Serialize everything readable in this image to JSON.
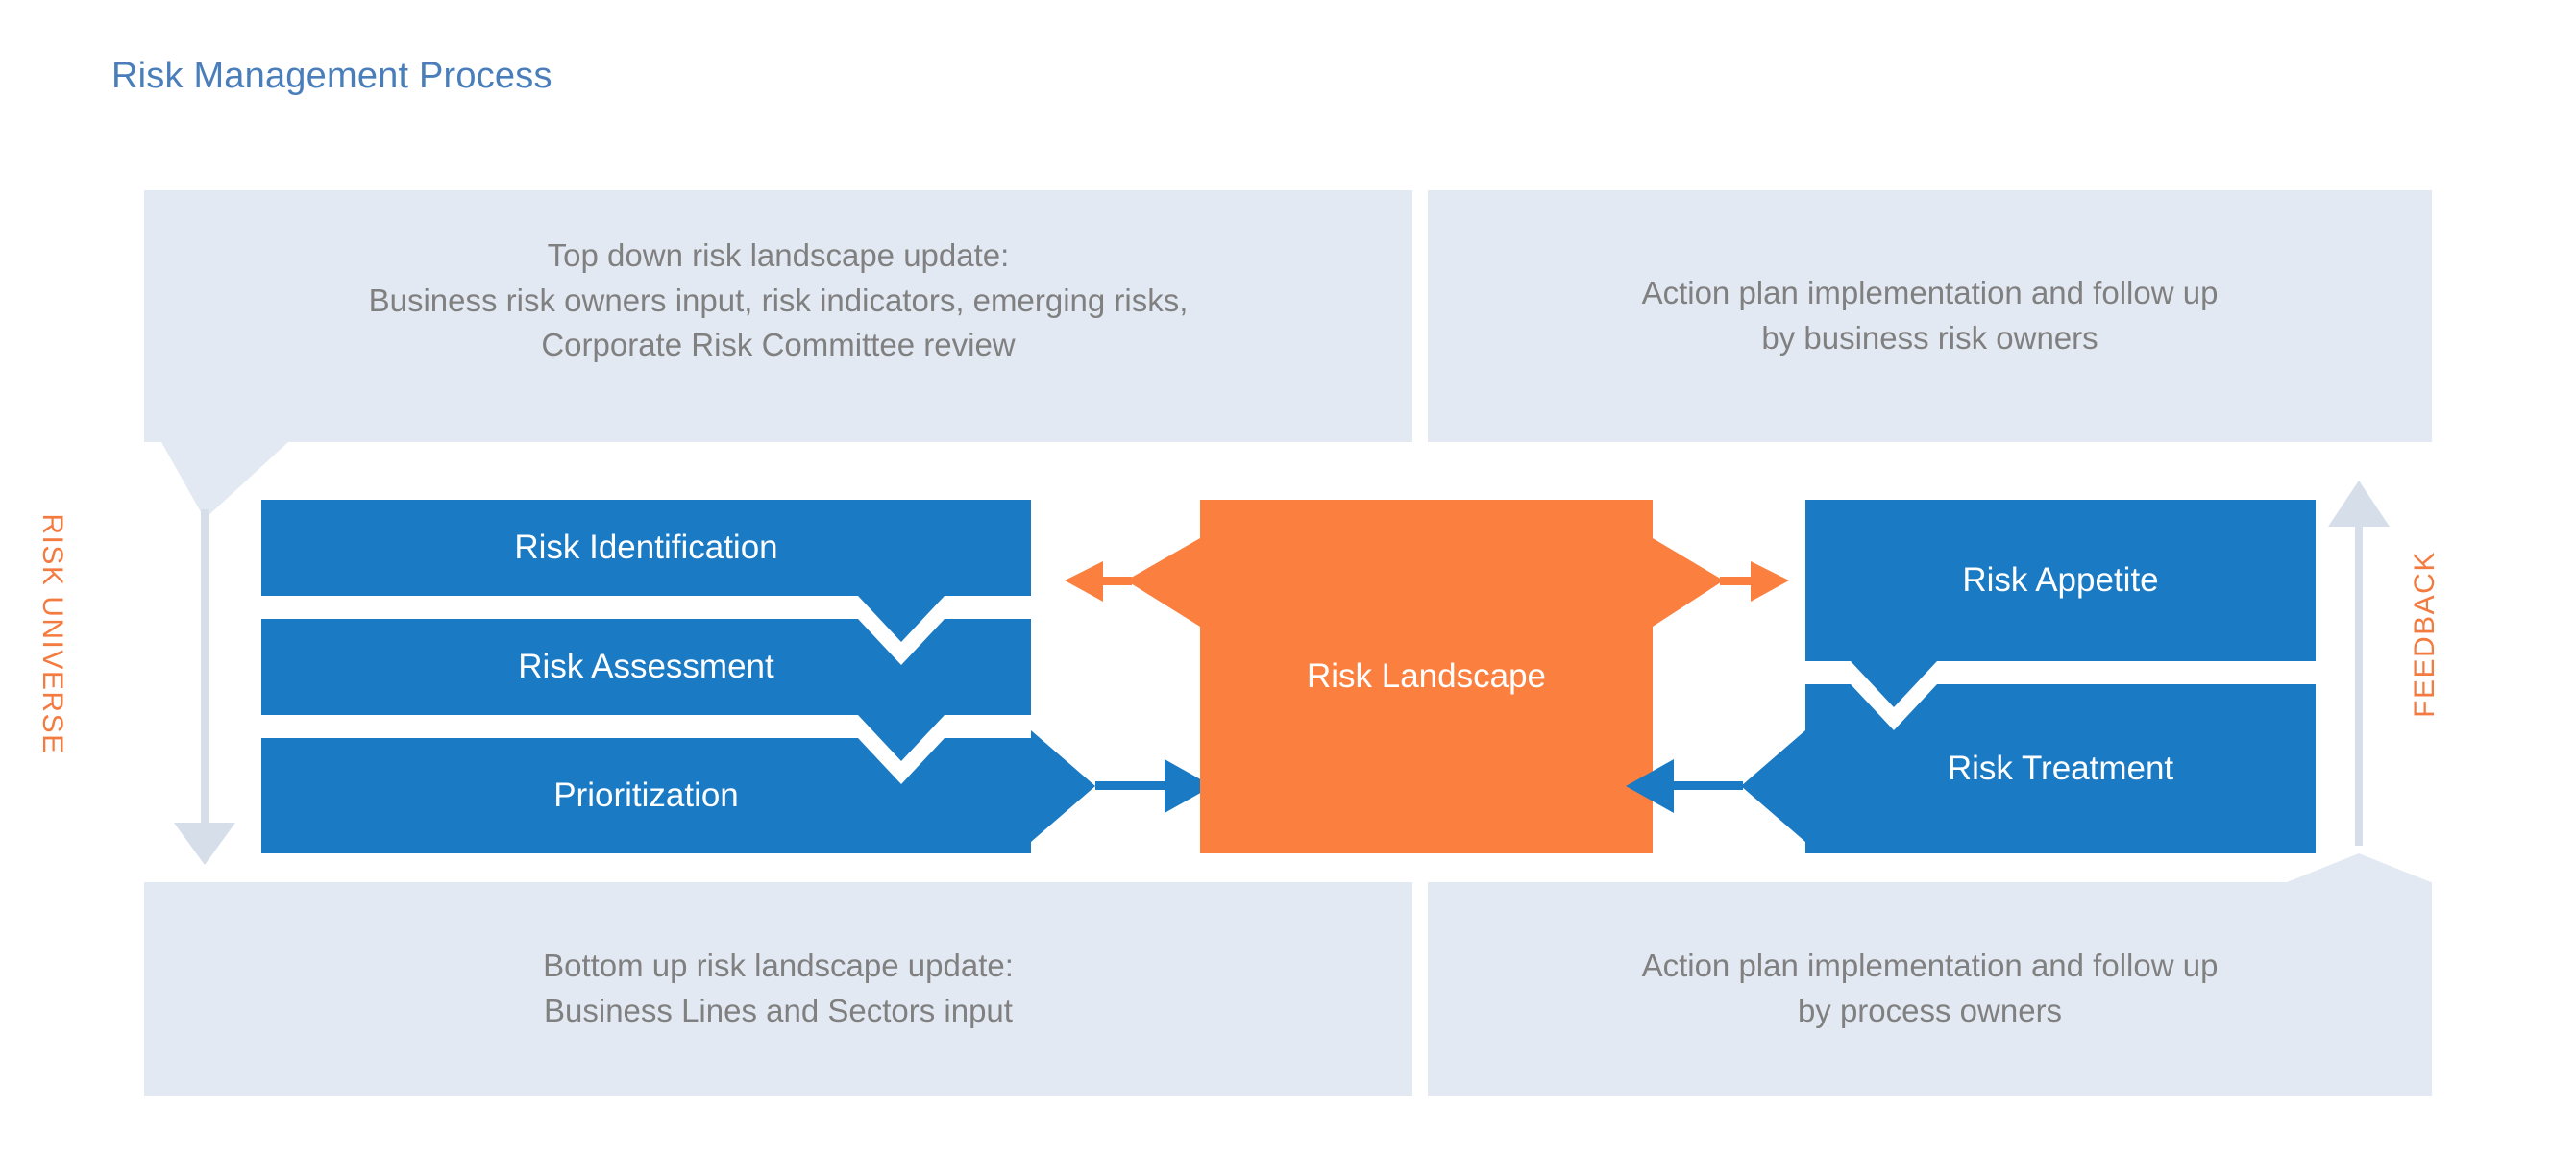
{
  "page": {
    "title": "Risk Management Process",
    "title_color": "#4A7EBB",
    "background": "#FFFFFF"
  },
  "palette": {
    "blue_block": "#1B7AC4",
    "orange_block": "#FB8040",
    "banner_bg": "#E3E9F2",
    "banner_text": "#808080",
    "caption_orange": "#F47B40",
    "arrow_light": "#D6DEEA",
    "block_text": "#FFFFFF"
  },
  "banners": {
    "top_left": {
      "name": "top-down-update-banner",
      "text": "Top down risk landscape update:\nBusiness risk owners input, risk indicators, emerging risks,\nCorporate Risk Committee review"
    },
    "top_right": {
      "name": "action-plan-business-banner",
      "text": "Action plan implementation and follow up\nby business risk owners"
    },
    "bottom_left": {
      "name": "bottom-up-update-banner",
      "text": "Bottom up risk landscape update:\nBusiness Lines and Sectors input"
    },
    "bottom_right": {
      "name": "action-plan-process-banner",
      "text": "Action plan implementation and follow up\nby process owners"
    }
  },
  "side_captions": {
    "left": "RISK UNIVERSE",
    "right": "FEEDBACK"
  },
  "left_blocks": [
    {
      "label": "Risk Identification"
    },
    {
      "label": "Risk Assessment"
    },
    {
      "label": "Prioritization"
    }
  ],
  "center_block": {
    "label": "Risk Landscape"
  },
  "right_blocks": [
    {
      "label": "Risk Appetite"
    },
    {
      "label": "Risk Treatment"
    }
  ],
  "connectors": [
    {
      "name": "prioritization-to-landscape-arrow",
      "direction": "right",
      "color": "#1B7AC4"
    },
    {
      "name": "landscape-to-left-arrow",
      "direction": "left",
      "color": "#FB8040"
    },
    {
      "name": "landscape-to-right-arrow",
      "direction": "right",
      "color": "#FB8040"
    },
    {
      "name": "treatment-to-landscape-arrow",
      "direction": "left",
      "color": "#1B7AC4"
    },
    {
      "name": "risk-universe-down-arrow",
      "direction": "down",
      "color": "#D6DEEA"
    },
    {
      "name": "feedback-up-arrow",
      "direction": "up",
      "color": "#D6DEEA"
    }
  ]
}
